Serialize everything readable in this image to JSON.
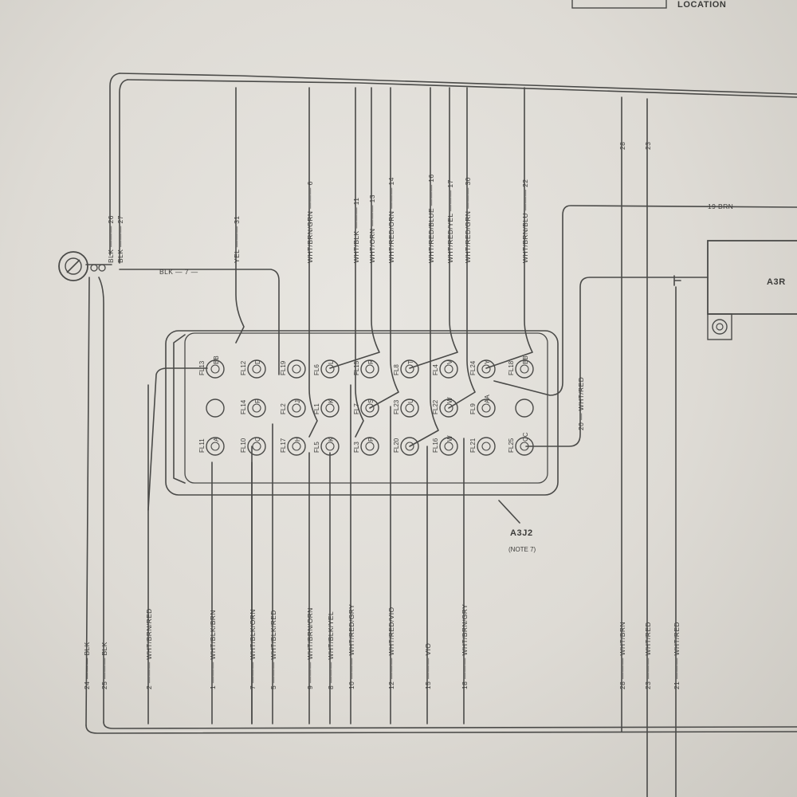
{
  "header": {
    "location_text": "LOCATION"
  },
  "top_wires": [
    {
      "num": "26",
      "color": "BLK"
    },
    {
      "num": "27",
      "color": "BLK"
    },
    {
      "num": "31",
      "color": "YEL"
    },
    {
      "num": "6",
      "color": "WHT/BRN/GRN"
    },
    {
      "num": "11",
      "color": "WHT/BLK"
    },
    {
      "num": "13",
      "color": "WHT/ORN"
    },
    {
      "num": "14",
      "color": "WHT/RED/ORN"
    },
    {
      "num": "16",
      "color": "WHT/RED/BLUE"
    },
    {
      "num": "17",
      "color": "WHT/RED/YEL"
    },
    {
      "num": "30",
      "color": "WHT/RED/GRN"
    },
    {
      "num": "22",
      "color": "WHT/BRN/BLU"
    },
    {
      "num": "28",
      "color": ""
    },
    {
      "num": "23",
      "color": ""
    }
  ],
  "bottom_wires": [
    {
      "num": "24",
      "color": "BLK"
    },
    {
      "num": "25",
      "color": "BLK"
    },
    {
      "num": "2",
      "color": "WHT/BRN/RED"
    },
    {
      "num": "1",
      "color": "WHT/BLK/BRN"
    },
    {
      "num": "7",
      "color": "WHT/BLK/ORN"
    },
    {
      "num": "5",
      "color": "WHT/BLK/RED"
    },
    {
      "num": "9",
      "color": "WHT/BRN/ORN"
    },
    {
      "num": "8",
      "color": "WHT/BLK/YEL"
    },
    {
      "num": "10",
      "color": "WHT/RED/GRY"
    },
    {
      "num": "12",
      "color": "WHT/RED/VIO"
    },
    {
      "num": "15",
      "color": "VIO"
    },
    {
      "num": "18",
      "color": "WHT/BRN/GRY"
    },
    {
      "num": "28",
      "color": "WHT/BRN"
    },
    {
      "num": "23",
      "color": "WHT/RED"
    },
    {
      "num": "21",
      "color": "WHT/RED"
    }
  ],
  "side_wires": {
    "blk_7": "BLK — 7 —",
    "brn_19": "19 BRN",
    "wht_red_20": "20 — WHT/RED"
  },
  "connector": {
    "name": "A3J2",
    "note": "(NOTE 7)",
    "pins": [
      {
        "label": "FL13",
        "letter": "BB"
      },
      {
        "label": "FL12",
        "letter": "D"
      },
      {
        "label": "FL19",
        "letter": ""
      },
      {
        "label": "FL6",
        "letter": "L"
      },
      {
        "label": "FL15",
        "letter": "R"
      },
      {
        "label": "FL8",
        "letter": "T"
      },
      {
        "label": "FL4",
        "letter": "V"
      },
      {
        "label": "FL24",
        "letter": "Y"
      },
      {
        "label": "FL18",
        "letter": "BB"
      },
      {
        "label": "",
        "letter": ""
      },
      {
        "label": "FL14",
        "letter": "F"
      },
      {
        "label": "FL2",
        "letter": "J"
      },
      {
        "label": "FL1",
        "letter": "K"
      },
      {
        "label": "FL7",
        "letter": "S"
      },
      {
        "label": "FL23",
        "letter": "U"
      },
      {
        "label": "FL22",
        "letter": "W"
      },
      {
        "label": "FL9",
        "letter": "AA"
      },
      {
        "label": "",
        "letter": ""
      },
      {
        "label": "FL11",
        "letter": "A"
      },
      {
        "label": "FL10",
        "letter": "C"
      },
      {
        "label": "FL17",
        "letter": "H"
      },
      {
        "label": "FL5",
        "letter": "K"
      },
      {
        "label": "FL3",
        "letter": "P"
      },
      {
        "label": "FL20",
        "letter": ""
      },
      {
        "label": "FL16",
        "letter": "W"
      },
      {
        "label": "FL21",
        "letter": ""
      },
      {
        "label": "FL25",
        "letter": "CC"
      }
    ]
  },
  "component": {
    "label": "A3R"
  }
}
